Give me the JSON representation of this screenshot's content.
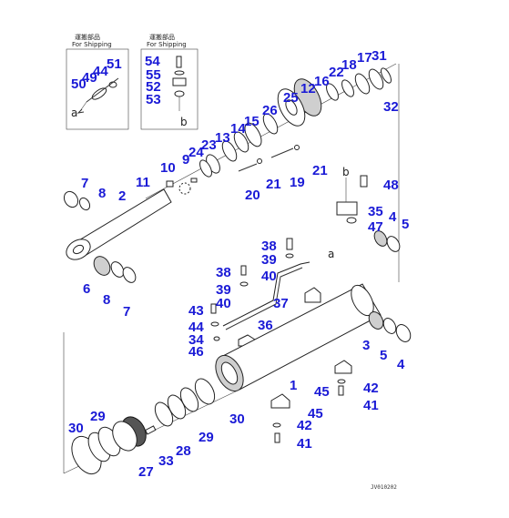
{
  "inset_captions": [
    {
      "jp": "運搬部品",
      "en": "For Shipping"
    },
    {
      "jp": "運搬部品",
      "en": "For Shipping"
    }
  ],
  "inset_left_labels": [
    "51",
    "44",
    "49",
    "50"
  ],
  "inset_left_letter": "a",
  "inset_right_labels": [
    "54",
    "55",
    "52",
    "53"
  ],
  "inset_right_letter": "b",
  "callouts": {
    "top": [
      "17",
      "31",
      "18",
      "22",
      "16",
      "12",
      "25",
      "26",
      "32",
      "15",
      "14",
      "13",
      "23",
      "24",
      "9",
      "10",
      "11",
      "21",
      "19",
      "21",
      "20"
    ],
    "left": [
      "7",
      "8",
      "2",
      "6",
      "8",
      "7"
    ],
    "right_top": [
      "48",
      "35",
      "47",
      "4",
      "5"
    ],
    "mid": [
      "38",
      "39",
      "40",
      "38",
      "39",
      "40",
      "43",
      "44",
      "34",
      "46",
      "36",
      "37"
    ],
    "right_mid": [
      "3",
      "5",
      "4",
      "1",
      "42",
      "41",
      "45",
      "45",
      "42",
      "41"
    ],
    "bottom": [
      "29",
      "30",
      "27",
      "33",
      "28",
      "29",
      "30"
    ]
  },
  "pipe_letter_a": "a",
  "pipe_letter_b": "b",
  "drawing_code": "JV010202"
}
